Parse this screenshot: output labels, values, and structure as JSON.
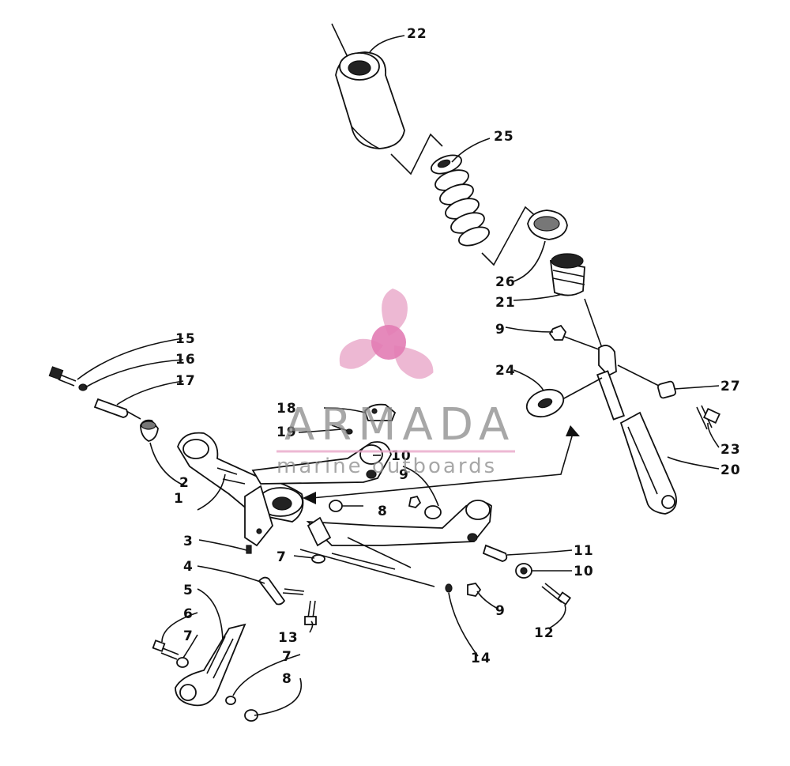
{
  "watermark": {
    "brand": "ARMADA",
    "tagline": "marine outboards",
    "logo": "propeller-icon",
    "logo_color": "#e8a6c8",
    "logo_hub_color": "#e27cb4",
    "text_color": "#8a8a8a"
  },
  "callouts": {
    "c1": "1",
    "c2": "2",
    "c3": "3",
    "c4": "4",
    "c5": "5",
    "c6": "6",
    "c7a": "7",
    "c7b": "7",
    "c7c": "7",
    "c8a": "8",
    "c8b": "8",
    "c9a": "9",
    "c9b": "9",
    "c9c": "9",
    "c10a": "10",
    "c10b": "10",
    "c11": "11",
    "c12": "12",
    "c13": "13",
    "c14": "14",
    "c15": "15",
    "c16": "16",
    "c17": "17",
    "c18": "18",
    "c19": "19",
    "c20": "20",
    "c21": "21",
    "c22": "22",
    "c23": "23",
    "c24": "24",
    "c25": "25",
    "c26": "26",
    "c27": "27"
  }
}
